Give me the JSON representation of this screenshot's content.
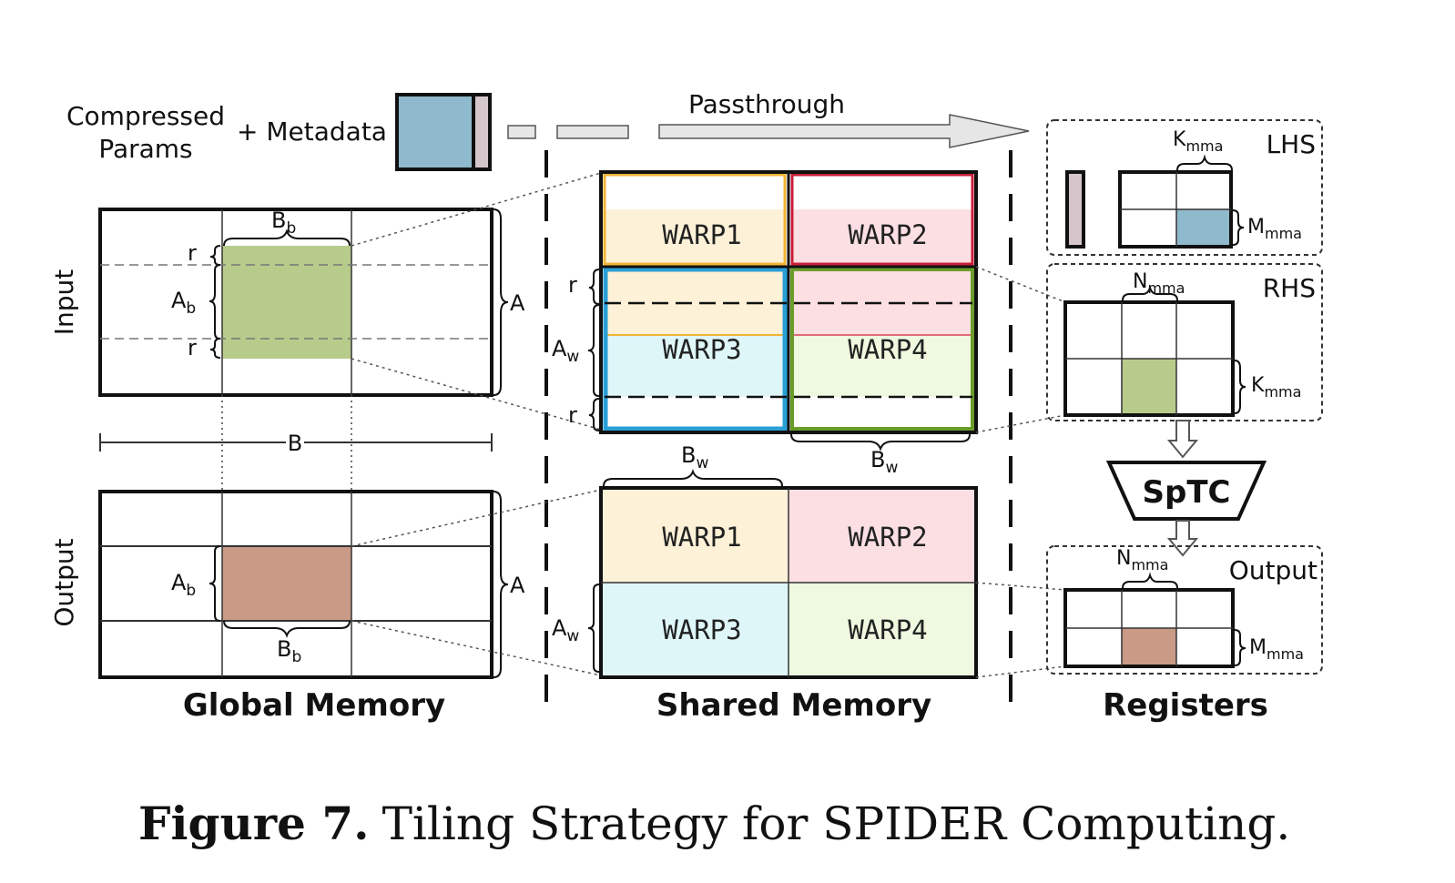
{
  "caption": {
    "prefix": "Figure 7.",
    "text": "Tiling Strategy for SPIDER Computing."
  },
  "sections": {
    "global": "Global Memory",
    "shared": "Shared Memory",
    "registers": "Registers"
  },
  "top": {
    "compressed_line1": "Compressed",
    "compressed_line2": "Params",
    "plus_metadata": "+ Metadata",
    "passthrough": "Passthrough"
  },
  "global": {
    "input_label": "Input",
    "output_label": "Output",
    "r": "r",
    "A": "A",
    "A_b_main": "A",
    "A_b_sub": "b",
    "B_b_main": "B",
    "B_b_sub": "b",
    "B": "B"
  },
  "shared": {
    "warps": [
      "WARP1",
      "WARP2",
      "WARP3",
      "WARP4"
    ],
    "r": "r",
    "A_w_main": "A",
    "A_w_sub": "w",
    "B_w_main": "B",
    "B_w_sub": "w"
  },
  "registers": {
    "lhs": "LHS",
    "rhs": "RHS",
    "output": "Output",
    "sptc": "SpTC",
    "K_main": "K",
    "M_main": "M",
    "N_main": "N",
    "mma_sub": "mma"
  },
  "colors": {
    "compressed_blue": "#8fb9cc",
    "metadata_mauve": "#d5c6cc",
    "input_tile_green": "#b7cc8b",
    "output_tile_brown": "#c99a85",
    "warp1_fill": "#fdf1d8",
    "warp2_fill": "#fbdfe2",
    "warp3_fill": "#dff6f9",
    "warp4_fill": "#eef9e0",
    "warp1_border": "#f0b535",
    "warp2_border": "#c81e3a",
    "warp3_border": "#2a9fd6",
    "warp4_border": "#6b9c2a"
  }
}
